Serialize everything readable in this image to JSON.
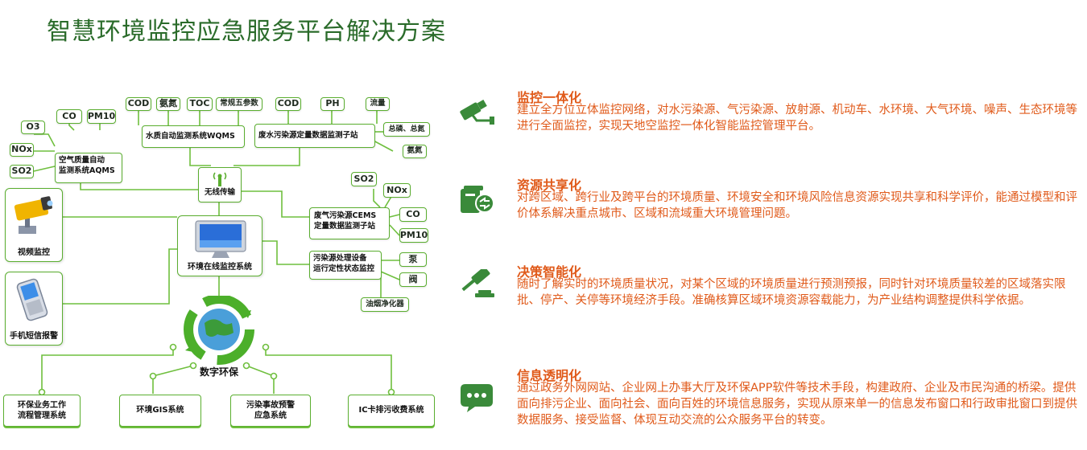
{
  "title": "智慧环境监控应急服务平台解决方案",
  "diagram": {
    "aqms": {
      "params": [
        "CO",
        "PM10",
        "O3",
        "NOx",
        "SO2"
      ],
      "label": "空气质量自动\n监测系统AQMS"
    },
    "wqms": {
      "params": [
        "COD",
        "氨氮",
        "TOC",
        "常规五参数"
      ],
      "label": "水质自动监测系统WQMS"
    },
    "wastewater": {
      "params": [
        "COD",
        "PH",
        "流量",
        "总磷、总氮",
        "氨氮"
      ],
      "label": "废水污染源定量数据监测子站"
    },
    "wireless": "无线传输",
    "cems": {
      "params": [
        "SO2",
        "NOx",
        "CO",
        "PM10"
      ],
      "label": "废气污染源CEMS\n定量数据监测子站"
    },
    "treatment": {
      "params": [
        "泵",
        "阀",
        "油烟净化器"
      ],
      "label": "污染源处理设备\n运行定性状态监控"
    },
    "video": "视频监控",
    "sms": "手机短信报警",
    "online": "环境在线监控系统",
    "center": "数字环保",
    "bottom": [
      "环保业务工作\n流程管理系统",
      "环境GIS系统",
      "污染事故预警\n应急系统",
      "IC卡排污收费系统"
    ]
  },
  "features": [
    {
      "icon": "surveillance-camera-icon",
      "title": "监控一体化",
      "desc": "建立全方位立体监控网络，对水污染源、气污染源、放射源、机动车、水环境、大气环境、噪声、生态环境等进行全面监控，实现天地空监控一体化智能监控管理平台。"
    },
    {
      "icon": "shared-resources-icon",
      "title": "资源共享化",
      "desc": "对跨区域、跨行业及跨平台的环境质量、环境安全和环境风险信息资源实现共享和科学评价，能通过模型和评价体系解决重点城市、区域和流域重大环境管理问题。"
    },
    {
      "icon": "gavel-icon",
      "title": "决策智能化",
      "desc": "随时了解实时的环境质量状况，对某个区域的环境质量进行预测预报，同时针对环境质量较差的区域落实限批、停产、关停等环境经济手段。准确核算区域环境资源容载能力，为产业结构调整提供科学依据。"
    },
    {
      "icon": "chat-bubble-icon",
      "title": "信息透明化",
      "desc": "通过政务外网网站、企业网上办事大厅及环保APP软件等技术手段，构建政府、企业及市民沟通的桥梁。提供面向排污企业、面向社会、面向百姓的环境信息服务，实现从原来单一的信息发布窗口和行政审批窗口到提供数据服务、接受监督、体现互动交流的公众服务平台的转变。"
    }
  ],
  "colors": {
    "title": "#2a6b2a",
    "accent": "#e05a1a",
    "line": "#6fbf3e",
    "icon": "#3a8a3a"
  }
}
